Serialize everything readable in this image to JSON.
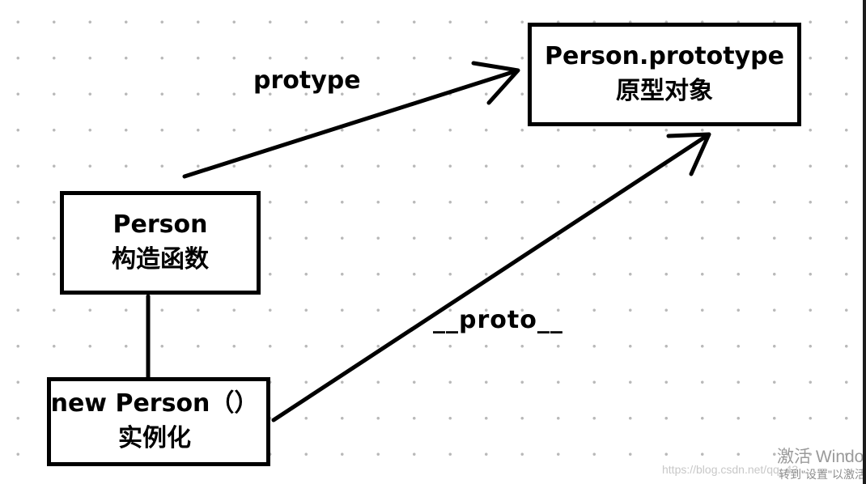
{
  "diagram": {
    "nodes": {
      "prototype": {
        "line1": "Person.prototype",
        "line2": "原型对象"
      },
      "constructor": {
        "line1": "Person",
        "line2": "构造函数"
      },
      "instance": {
        "line1": "new Person（）",
        "line2": "实例化"
      }
    },
    "edges": {
      "constructor_to_prototype": {
        "label": "protype"
      },
      "instance_to_prototype": {
        "label": "__proto__"
      },
      "constructor_to_instance": {
        "label": ""
      }
    },
    "colors": {
      "stroke": "#000000",
      "background": "#ffffff",
      "grid_dot": "#b9b9b9"
    }
  },
  "watermark": {
    "activate_text": "激活 Windo",
    "settings_text": "转到\"设置\"以激活",
    "url_text": "https://blog.csdn.net/qq_43..."
  }
}
